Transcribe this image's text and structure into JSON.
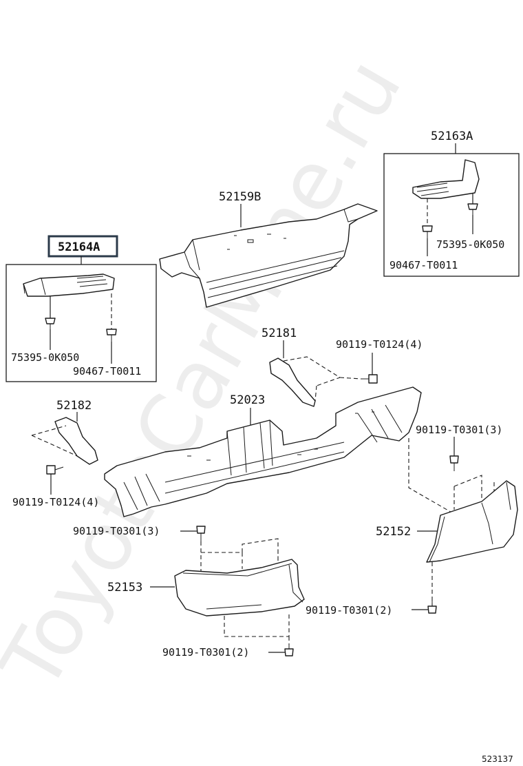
{
  "parts": {
    "p52164a": "52164A",
    "p52163a": "52163A",
    "p52159b": "52159B",
    "p52181": "52181",
    "p52182": "52182",
    "p52023": "52023",
    "p52152": "52152",
    "p52153": "52153"
  },
  "fasteners": {
    "left_clip": "75395-0K050",
    "left_screw": "90467-T0011",
    "right_clip": "75395-0K050",
    "right_screw": "90467-T0011",
    "bolt_upper_right": "90119-T0124(4)",
    "bolt_left": "90119-T0124(4)",
    "bolt_right_upper": "90119-T0301(3)",
    "bolt_left_upper": "90119-T0301(3)",
    "bolt_right_lower": "90119-T0301(2)",
    "bolt_left_lower": "90119-T0301(2)"
  },
  "watermark": "ToyotaCarMine.ru",
  "diagram_ref": "523137",
  "highlighted_part": "52164A",
  "colors": {
    "line": "#1a1a1a",
    "highlight": "#2b3a4a"
  },
  "icons": {
    "fastener": "bolt-icon",
    "clip": "clip-icon"
  }
}
